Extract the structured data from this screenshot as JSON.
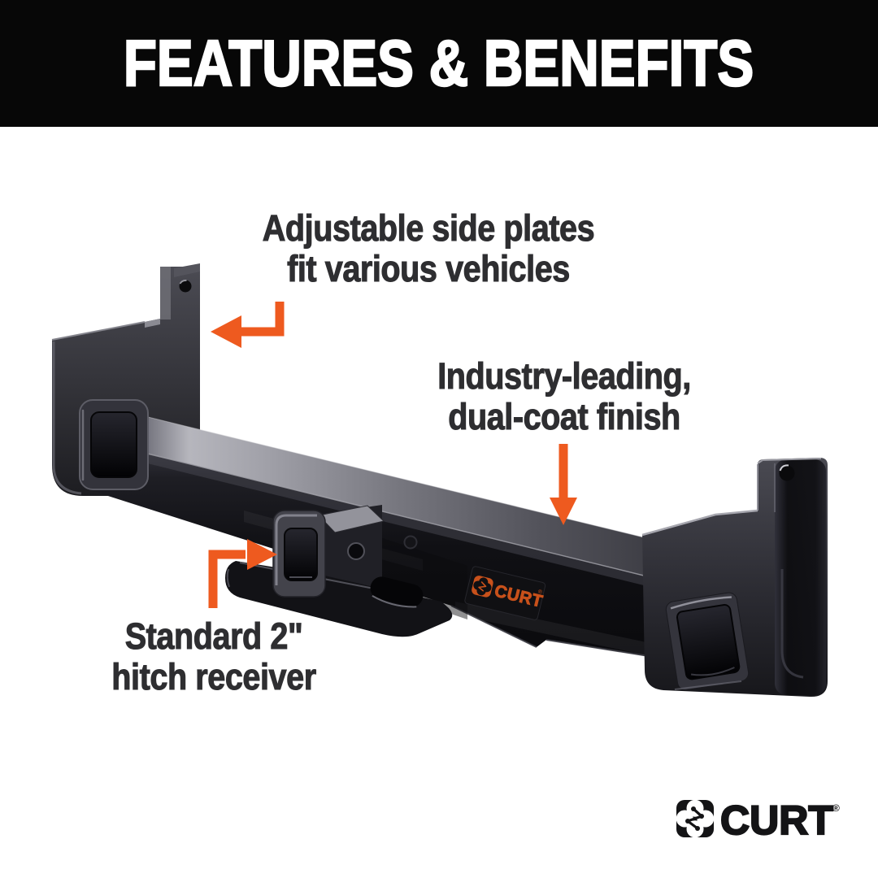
{
  "header": {
    "title": "FEATURES & BENEFITS"
  },
  "annotations": {
    "side_plates": {
      "line1": "Adjustable side plates",
      "line2": "fit various vehicles"
    },
    "finish": {
      "line1": "Industry-leading,",
      "line2": "dual-coat finish"
    },
    "receiver": {
      "line1": "Standard 2\"",
      "line2": "hitch receiver"
    }
  },
  "product_sticker": {
    "brand": "CURT"
  },
  "footer_logo": {
    "brand": "CURT",
    "registered": "®"
  },
  "colors": {
    "arrow_orange": "#EE5A1F",
    "sticker_orange": "#C8511B",
    "annotation_text": "#2E2E31",
    "header_bg": "#070707",
    "header_text": "#FFFFFF",
    "product_black": "#111114"
  }
}
